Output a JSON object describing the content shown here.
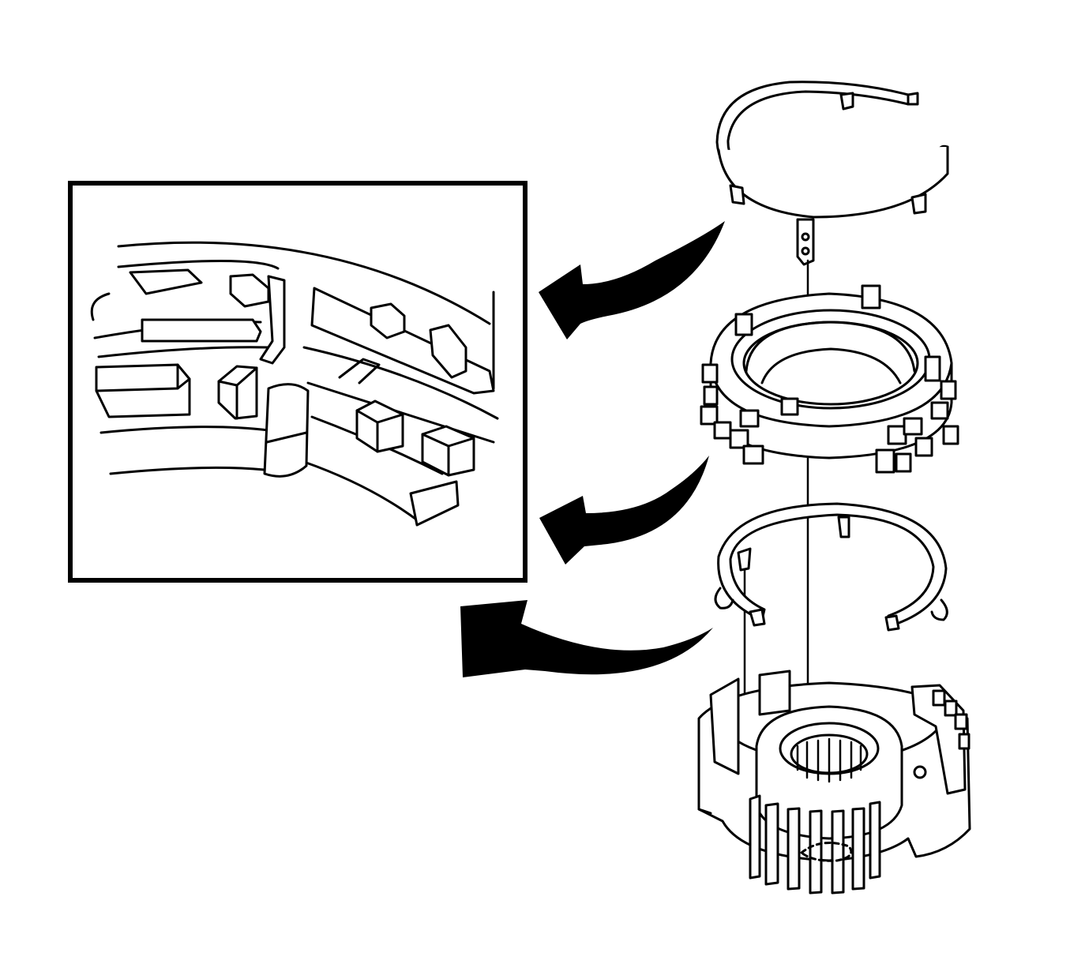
{
  "diagram": {
    "line_color": "#000000",
    "background": "#ffffff",
    "parts": [
      {
        "name": "upper-blocking-ring",
        "icon": "split-ring-icon"
      },
      {
        "name": "synchronizer-sleeve",
        "icon": "toothed-sleeve-icon"
      },
      {
        "name": "lower-blocking-ring",
        "icon": "split-ring-icon"
      },
      {
        "name": "synchronizer-hub-gear",
        "icon": "splined-hub-icon"
      }
    ],
    "detail_view": {
      "name": "inset-detail-view",
      "frame_color": "#000000"
    },
    "arrows": 3
  }
}
